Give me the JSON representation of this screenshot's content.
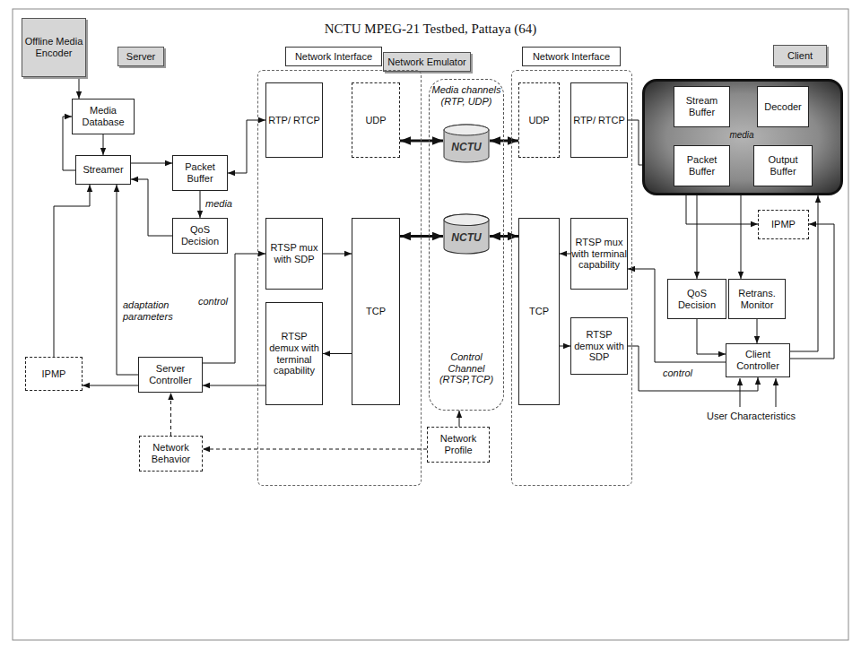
{
  "diagram": {
    "title": "NCTU MPEG-21 Testbed, Pattaya (64)",
    "nodes": [
      {
        "text": [
          "Offline Media Encoder"
        ]
      },
      {
        "text": [
          "Server"
        ]
      },
      {
        "text": [
          "Network Emulator"
        ]
      },
      {
        "text": [
          "Client"
        ]
      },
      {
        "text": [
          "Media Database"
        ]
      },
      {
        "text": [
          "Streamer"
        ]
      },
      {
        "text": [
          "Packet Buffer"
        ]
      },
      {
        "text": [
          "QoS Decision"
        ]
      },
      {
        "text": [
          "Network Interface"
        ]
      },
      {
        "text": [
          "RTP/ RTCP"
        ],
        "in": 8
      },
      {
        "text": [
          "UDP"
        ],
        "in": 8
      },
      {
        "text": [
          "RTSP mux with SDP"
        ],
        "in": 8
      },
      {
        "text": [
          "TCP"
        ],
        "in": 8
      },
      {
        "text": [
          "RTSP demux with terminal capability"
        ],
        "in": 8
      },
      {
        "text": [
          "Media channels (RTP, UDP)",
          "Control Channel (RTSP,TCP)"
        ]
      },
      {
        "text": [
          "NCTU"
        ],
        "in": 14
      },
      {
        "text": [
          "NCTU"
        ],
        "in": 14
      },
      {
        "text": [
          "Network Interface"
        ]
      },
      {
        "text": [
          "UDP"
        ],
        "in": 17
      },
      {
        "text": [
          "RTP/ RTCP"
        ],
        "in": 17
      },
      {
        "text": [
          "TCP"
        ],
        "in": 17
      },
      {
        "text": [
          "RTSP mux with terminal capability"
        ],
        "in": 17
      },
      {
        "text": [
          "RTSP demux with SDP"
        ],
        "in": 17
      },
      {
        "text": [
          "media"
        ]
      },
      {
        "text": [
          "Stream Buffer"
        ],
        "in": 23
      },
      {
        "text": [
          "Decoder"
        ],
        "in": 23
      },
      {
        "text": [
          "Packet Buffer"
        ],
        "in": 23
      },
      {
        "text": [
          "Output Buffer"
        ],
        "in": 23
      },
      {
        "text": [
          "IPMP"
        ]
      },
      {
        "text": [
          "QoS Decision"
        ]
      },
      {
        "text": [
          "Retrans. Monitor"
        ]
      },
      {
        "text": [
          "Client Controller"
        ]
      },
      {
        "text": [
          "IPMP"
        ]
      },
      {
        "text": [
          "Server Controller"
        ]
      },
      {
        "text": [
          "Network Behavior"
        ]
      },
      {
        "text": [
          "Network Profile"
        ]
      }
    ],
    "edges": [
      {
        "from": 0,
        "to": 4,
        "arrow": "to"
      },
      {
        "from": 4,
        "to": 5,
        "arrow": "to"
      },
      {
        "from": 5,
        "to": 4,
        "arrow": "to"
      },
      {
        "from": 5,
        "to": 6,
        "arrow": "to"
      },
      {
        "from": 6,
        "to": 9,
        "arrow": "both"
      },
      {
        "from": 6,
        "to": 7,
        "label": "media",
        "arrow": "to"
      },
      {
        "from": 7,
        "to": 5,
        "arrow": "to"
      },
      {
        "from": 32,
        "to": 5,
        "arrow": "to"
      },
      {
        "from": 33,
        "to": 5,
        "label": "adaptation parameters",
        "arrow": "to"
      },
      {
        "from": 33,
        "to": 32,
        "arrow": "to"
      },
      {
        "from": 33,
        "to": 11,
        "label": "control",
        "arrow": "to"
      },
      {
        "from": 13,
        "to": 33,
        "arrow": "to"
      },
      {
        "from": 11,
        "to": 12,
        "arrow": "to"
      },
      {
        "from": 12,
        "to": 13,
        "arrow": "to"
      },
      {
        "from": 10,
        "to": 15,
        "arrow": "both"
      },
      {
        "from": 12,
        "to": 16,
        "arrow": "both"
      },
      {
        "from": 15,
        "to": 18,
        "arrow": "both"
      },
      {
        "from": 16,
        "to": 20,
        "arrow": "both"
      },
      {
        "from": 21,
        "to": 20,
        "arrow": "to"
      },
      {
        "from": 20,
        "to": 22,
        "arrow": "to"
      },
      {
        "from": 19,
        "to": 26,
        "arrow": "to"
      },
      {
        "from": 31,
        "to": 21,
        "label": "control",
        "arrow": "to"
      },
      {
        "from": 22,
        "to": 31,
        "arrow": "to"
      },
      {
        "from": 23,
        "to": 29,
        "arrow": "to"
      },
      {
        "from": 23,
        "to": 30,
        "arrow": "to"
      },
      {
        "from": 26,
        "to": 28,
        "arrow": "to"
      },
      {
        "from": 31,
        "to": 28,
        "arrow": "to"
      },
      {
        "from": 29,
        "to": 31,
        "arrow": "to"
      },
      {
        "from": 30,
        "to": 31,
        "arrow": "to"
      },
      {
        "from": 31,
        "to": 23,
        "arrow": "to"
      },
      {
        "from": 34,
        "to": 33,
        "arrow": "to"
      },
      {
        "from": 35,
        "to": 34,
        "arrow": "to"
      },
      {
        "from": 35,
        "to": 14,
        "arrow": "to"
      }
    ],
    "labels": [
      "User Characteristics"
    ]
  }
}
